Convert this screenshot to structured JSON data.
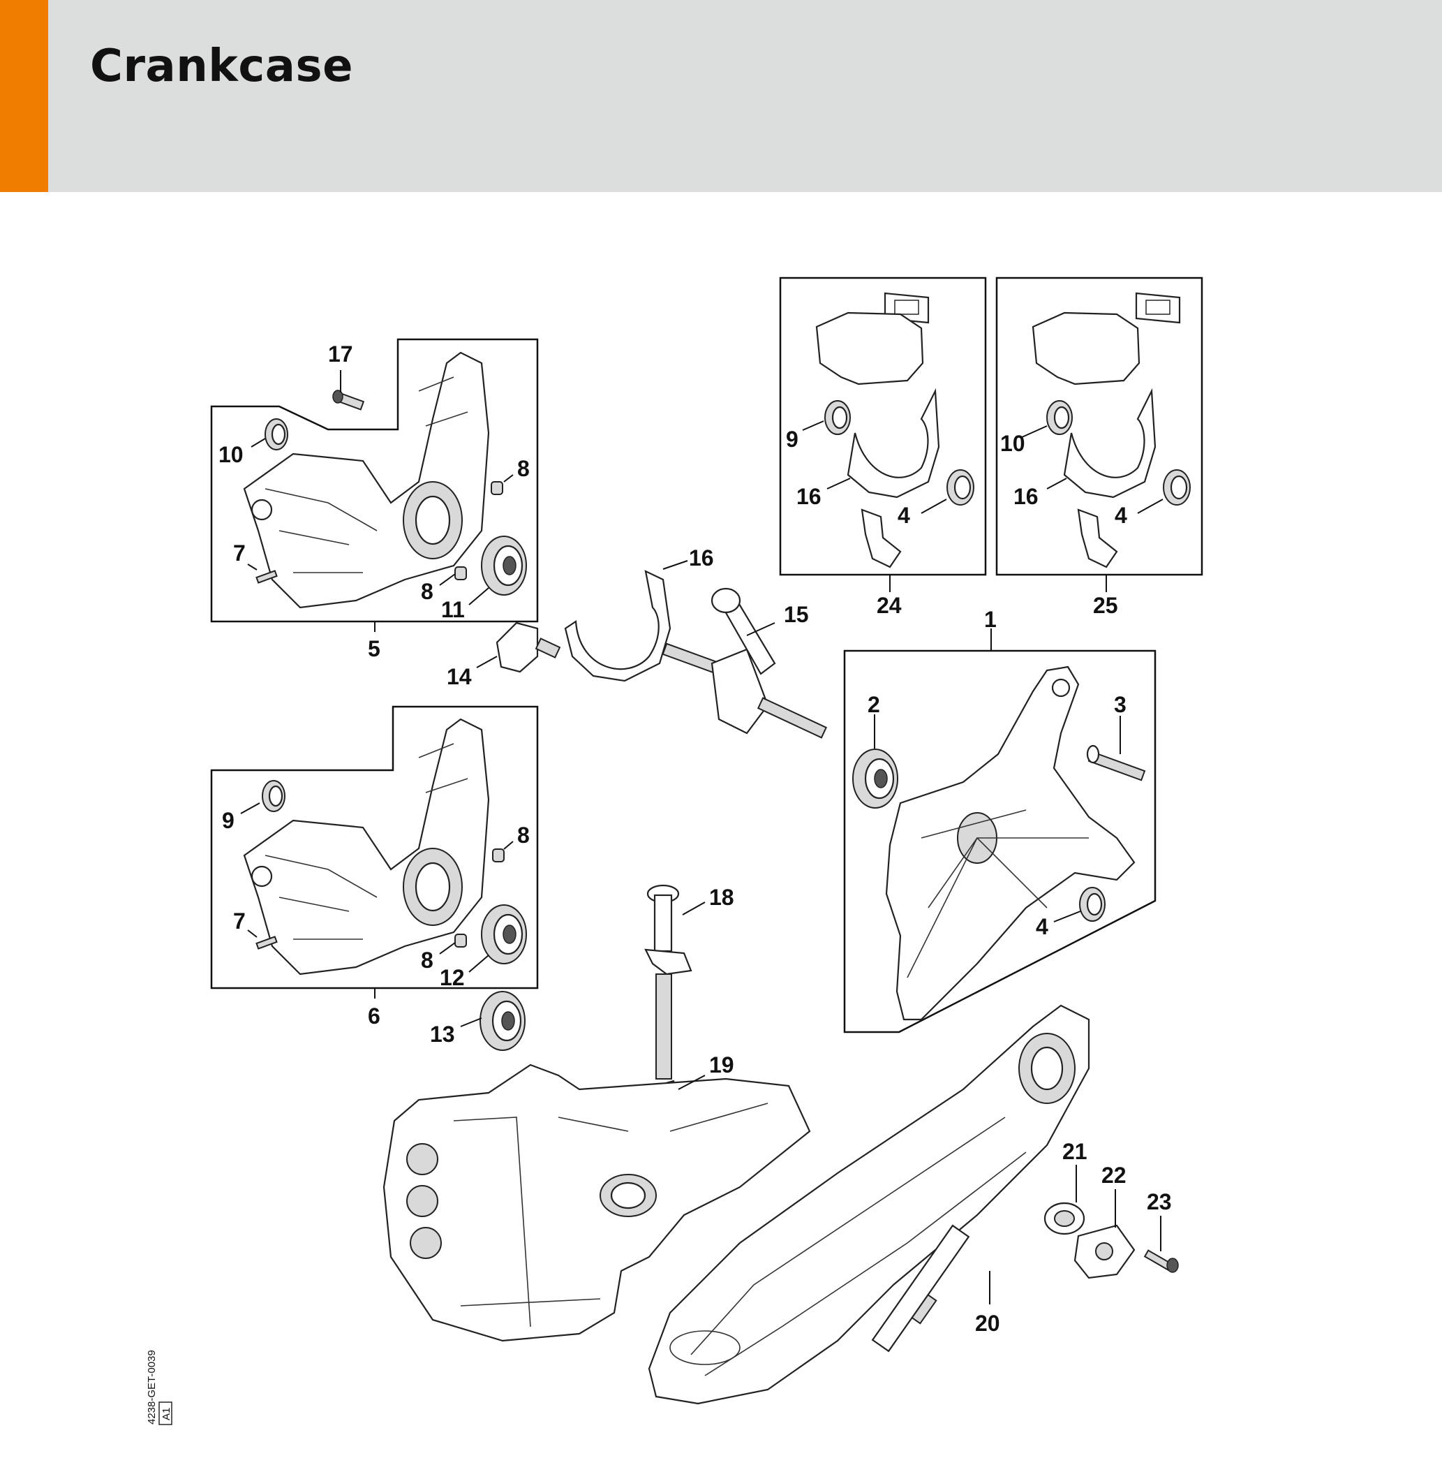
{
  "header": {
    "title": "Crankcase",
    "accent_color": "#f07d00",
    "background_color": "#dcdddd"
  },
  "callouts": {
    "c1": "1",
    "c2": "2",
    "c3": "3",
    "c4a": "4",
    "c4b": "4",
    "c4c": "4",
    "c5": "5",
    "c6": "6",
    "c7a": "7",
    "c7b": "7",
    "c8a": "8",
    "c8b": "8",
    "c8c": "8",
    "c8d": "8",
    "c9a": "9",
    "c9b": "9",
    "c10a": "10",
    "c10b": "10",
    "c11": "11",
    "c12": "12",
    "c13": "13",
    "c14": "14",
    "c15": "15",
    "c16a": "16",
    "c16b": "16",
    "c16c": "16",
    "c17": "17",
    "c18": "18",
    "c19": "19",
    "c20": "20",
    "c21": "21",
    "c22": "22",
    "c23": "23",
    "c24": "24",
    "c25": "25"
  },
  "drawing_id": {
    "code": "4238-GET-0039",
    "revision": "A1"
  }
}
